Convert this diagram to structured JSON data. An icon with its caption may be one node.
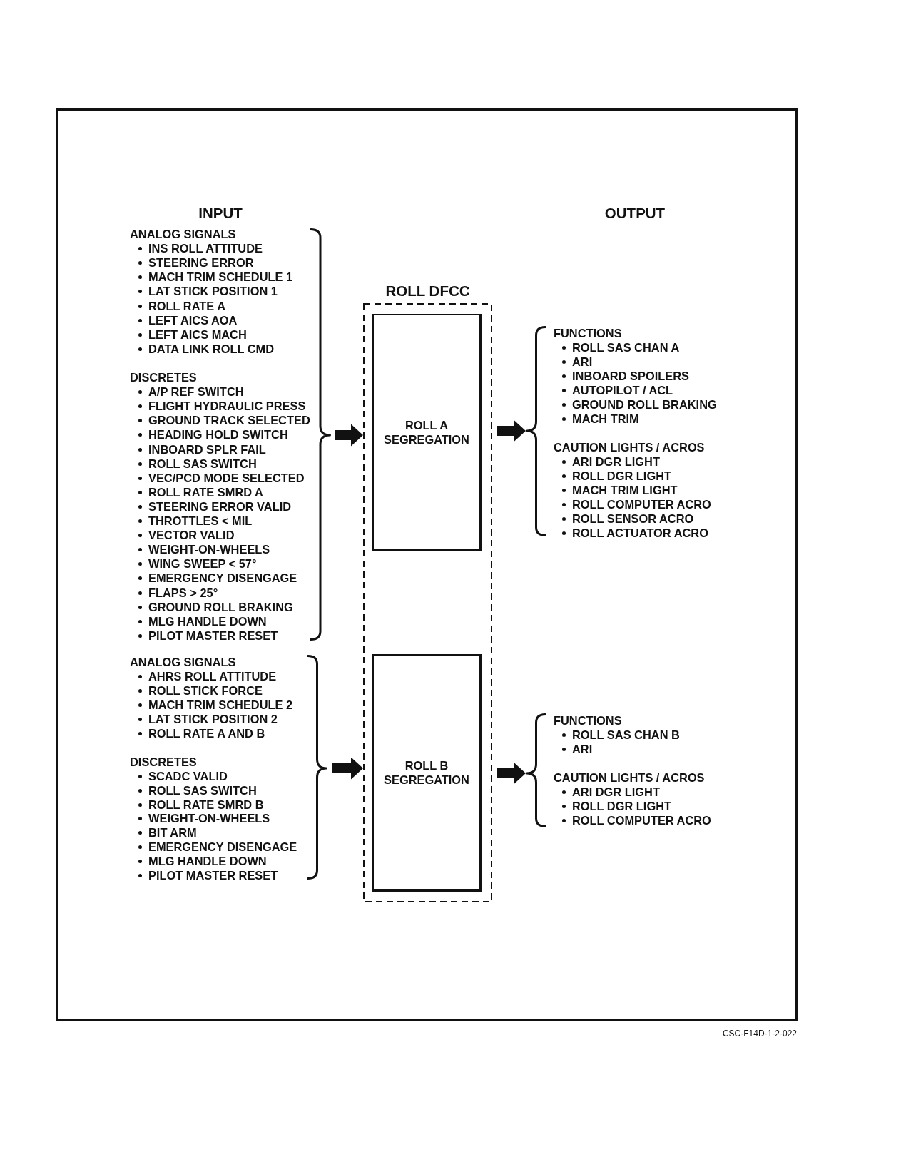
{
  "diagram": {
    "nodes": [
      {
        "text": [
          "ANALOG SIGNALS",
          "INS ROLL ATTITUDE",
          "STEERING ERROR",
          "MACH TRIM SCHEDULE 1",
          "LAT STICK POSITION 1",
          "ROLL RATE A",
          "LEFT AICS AOA",
          "LEFT AICS MACH",
          "DATA LINK ROLL CMD",
          "DISCRETES",
          "A/P REF SWITCH",
          "FLIGHT HYDRAULIC PRESS",
          "GROUND TRACK SELECTED",
          "HEADING HOLD SWITCH",
          "INBOARD SPLR FAIL",
          "ROLL SAS SWITCH",
          "VEC/PCD MODE SELECTED",
          "ROLL RATE SMRD A",
          "STEERING ERROR VALID",
          "THROTTLES < MIL",
          "VECTOR VALID",
          "WEIGHT-ON-WHEELS",
          "WING SWEEP < 57°",
          "EMERGENCY DISENGAGE",
          "FLAPS > 25°",
          "GROUND ROLL BRAKING",
          "MLG HANDLE DOWN",
          "PILOT MASTER RESET"
        ]
      },
      {
        "text": [
          "ANALOG SIGNALS",
          "AHRS ROLL ATTITUDE",
          "ROLL STICK FORCE",
          "MACH TRIM SCHEDULE 2",
          "LAT STICK POSITION 2",
          "ROLL RATE A AND B",
          "DISCRETES",
          "SCADC VALID",
          "ROLL SAS SWITCH",
          "ROLL RATE SMRD B",
          "WEIGHT-ON-WHEELS",
          "BIT ARM",
          "EMERGENCY DISENGAGE",
          "MLG HANDLE DOWN",
          "PILOT MASTER RESET"
        ]
      },
      {
        "text": [
          "ROLL DFCC"
        ]
      },
      {
        "text": [
          "ROLL A SEGREGATION"
        ],
        "in": 2
      },
      {
        "text": [
          "ROLL B SEGREGATION"
        ],
        "in": 2
      },
      {
        "text": [
          "FUNCTIONS",
          "ROLL SAS CHAN A",
          "ARI",
          "INBOARD SPOILERS",
          "AUTOPILOT / ACL",
          "GROUND ROLL BRAKING",
          "MACH TRIM",
          "CAUTION LIGHTS / ACROS",
          "ARI DGR LIGHT",
          "ROLL DGR LIGHT",
          "MACH TRIM LIGHT",
          "ROLL COMPUTER ACRO",
          "ROLL SENSOR ACRO",
          "ROLL ACTUATOR ACRO"
        ]
      },
      {
        "text": [
          "FUNCTIONS",
          "ROLL SAS CHAN B",
          "ARI",
          "CAUTION LIGHTS / ACROS",
          "ARI DGR LIGHT",
          "ROLL DGR LIGHT",
          "ROLL COMPUTER ACRO"
        ]
      }
    ],
    "edges": [
      {
        "from": 0,
        "to": 3,
        "arrow": "to"
      },
      {
        "from": 3,
        "to": 5,
        "arrow": "to"
      },
      {
        "from": 1,
        "to": 4,
        "arrow": "to"
      },
      {
        "from": 4,
        "to": 6,
        "arrow": "to"
      }
    ],
    "labels": [
      "INPUT",
      "OUTPUT",
      "CSC-F14D-1-2-022"
    ]
  }
}
